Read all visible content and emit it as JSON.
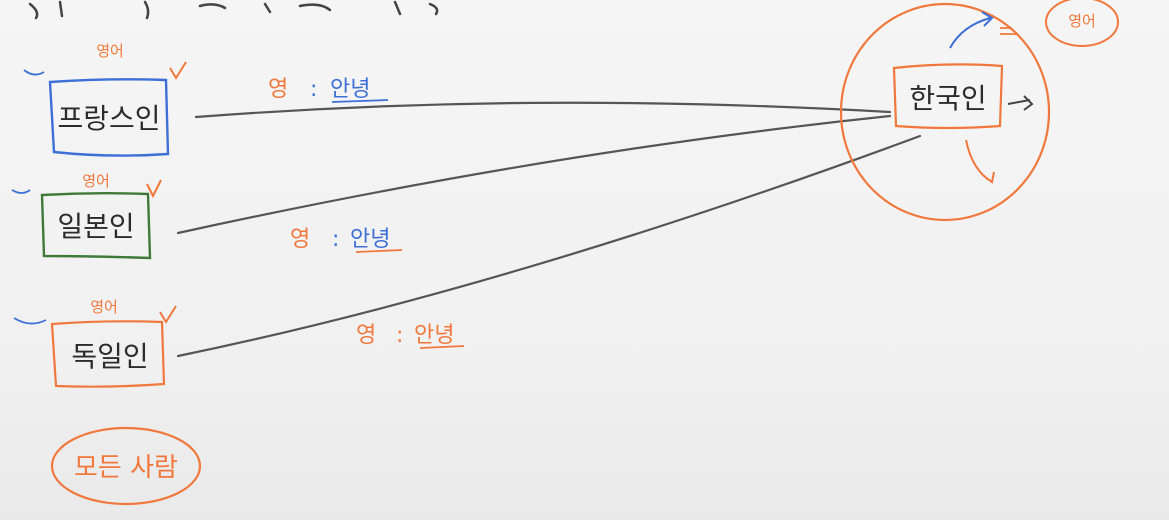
{
  "nodes": {
    "french": {
      "label": "프랑스인",
      "note": "영어",
      "color": "#3d6fd6"
    },
    "japanese": {
      "label": "일본인",
      "note": "영어",
      "color": "#3f7a3a"
    },
    "german": {
      "label": "독일인",
      "note": "영어",
      "color": "#f0783c"
    },
    "korean": {
      "label": "한국인",
      "note": "영어",
      "color": "#f0783c"
    },
    "everyone": {
      "label": "모든 사람",
      "color": "#f0783c"
    }
  },
  "edges": [
    {
      "from": "french",
      "to": "korean",
      "label_lang": "영",
      "label_text": "안녕"
    },
    {
      "from": "japanese",
      "to": "korean",
      "label_lang": "영",
      "label_text": "안녕"
    },
    {
      "from": "german",
      "to": "korean",
      "label_lang": "영",
      "label_text": "안녕"
    }
  ],
  "colors": {
    "line": "#555555",
    "orange": "#f0783c",
    "blue": "#3d6fd6",
    "green": "#3f7a3a"
  }
}
